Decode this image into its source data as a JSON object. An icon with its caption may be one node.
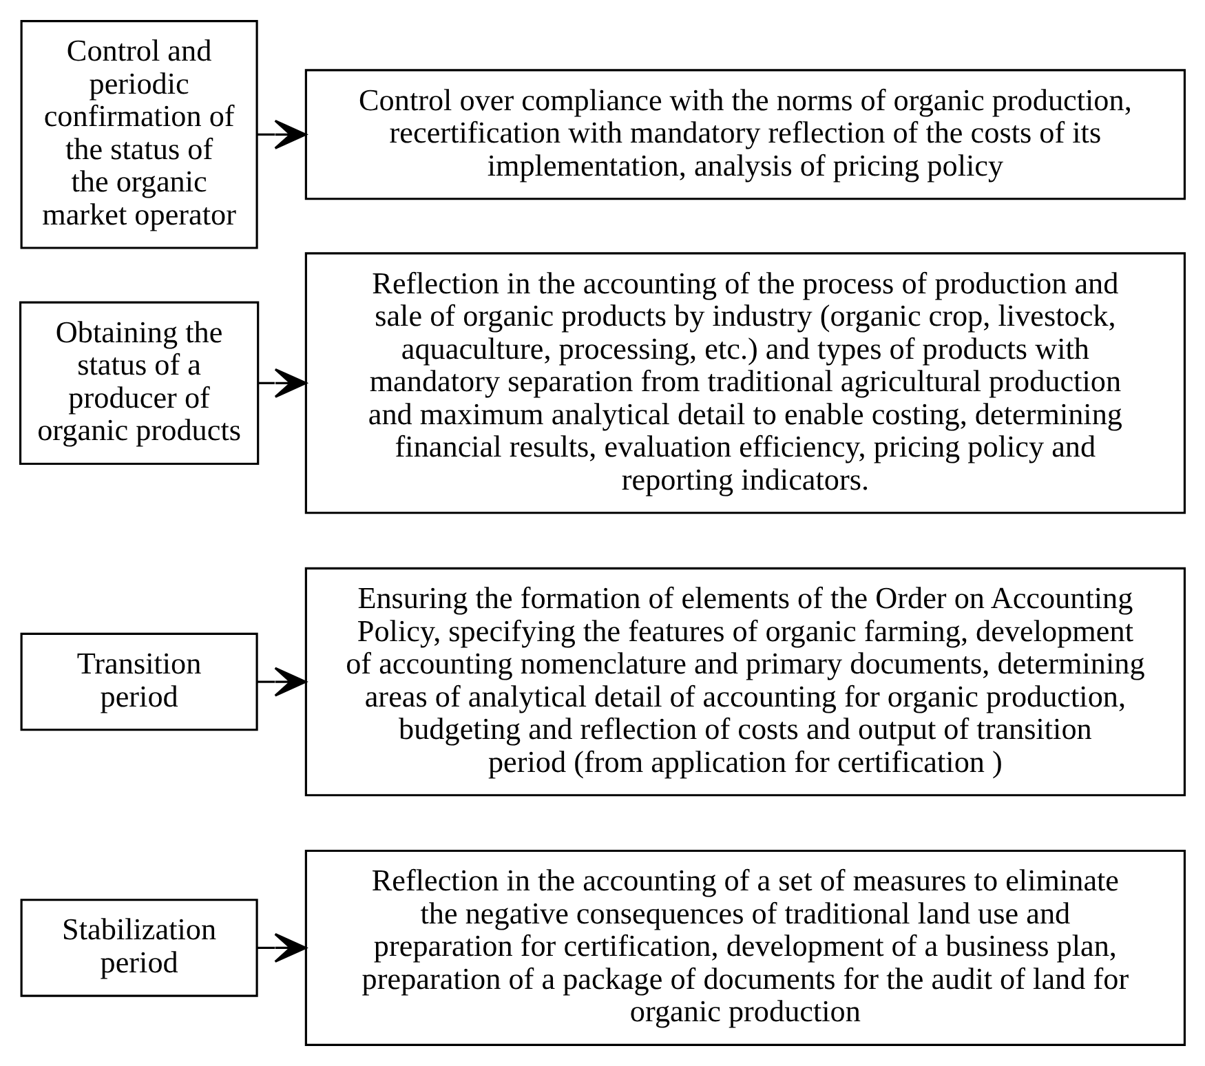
{
  "diagram": {
    "nodes": [
      {
        "text": [
          "Stabilization period"
        ]
      },
      {
        "text": [
          "Reflection in the accounting of a set of measures to eliminate the negative consequences of traditional land use and preparation for certification, development of a business plan, preparation of a package of documents for the audit of land for organic production"
        ]
      },
      {
        "text": [
          "Transition period"
        ]
      },
      {
        "text": [
          "Ensuring the formation of elements of the Order on Accounting Policy, specifying the features of organic farming, development of accounting nomenclature and primary documents, determining areas of analytical detail of accounting for organic production, budgeting and reflection of costs and output of transition period (from application for certification )"
        ]
      },
      {
        "text": [
          "Obtaining the status of a producer of organic products"
        ]
      },
      {
        "text": [
          "Reflection in the accounting of the process of production and sale of organic products by industry (organic crop, livestock, aquaculture, processing, etc.) and types of products with mandatory separation from traditional agricultural production and maximum analytical detail to enable costing, determining financial results, evaluation efficiency, pricing policy and reporting indicators."
        ]
      },
      {
        "text": [
          "Control and periodic confirmation of the status of the organic market operator"
        ]
      },
      {
        "text": [
          "Control over compliance with the norms of organic production, recertification with mandatory reflection of the costs of its implementation, analysis of pricing policy"
        ]
      }
    ],
    "edges": [
      {
        "from": 0,
        "to": 1,
        "arrow": "to"
      },
      {
        "from": 2,
        "to": 3,
        "arrow": "to"
      },
      {
        "from": 4,
        "to": 5,
        "arrow": "to"
      },
      {
        "from": 6,
        "to": 7,
        "arrow": "to"
      }
    ]
  }
}
